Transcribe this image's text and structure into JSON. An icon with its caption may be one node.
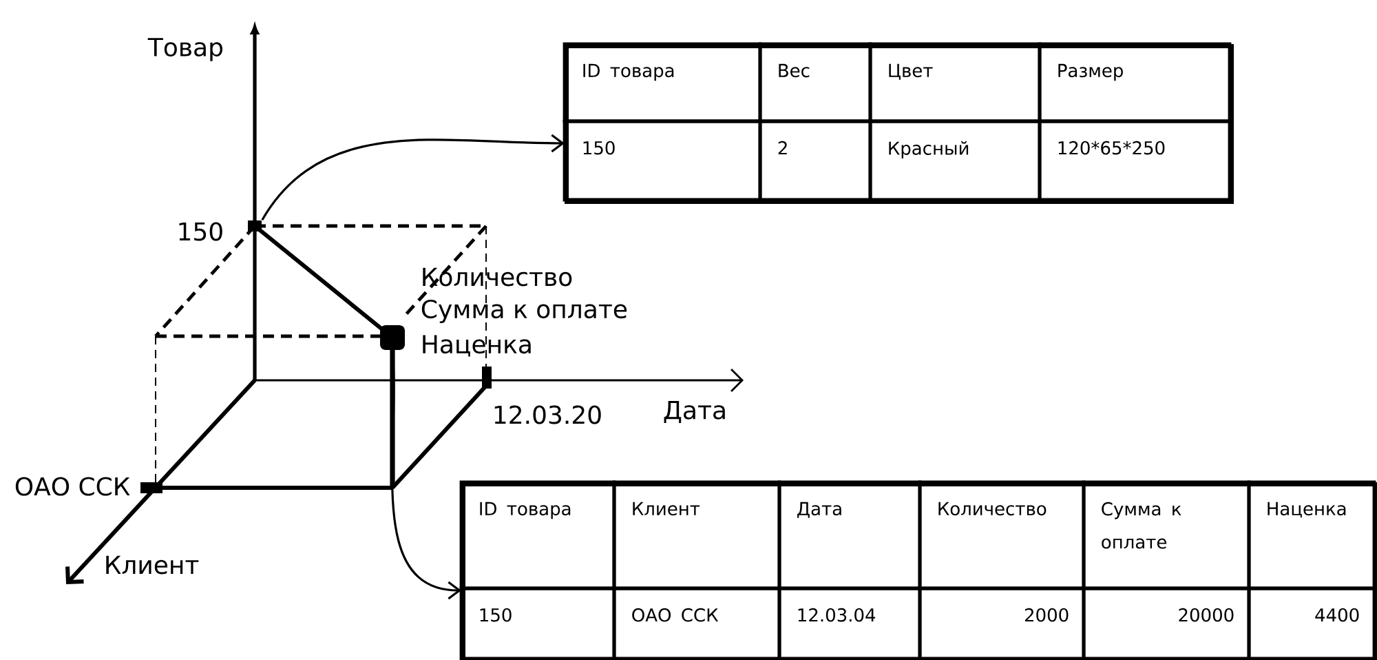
{
  "diagram": {
    "nodes": [
      {
        "text": [
          "ID товара",
          "Вес",
          "Цвет",
          "Размер",
          "150",
          "2",
          "Красный",
          "120*65*250"
        ]
      },
      {
        "text": [],
        "shape": "box",
        "beside": [
          "150"
        ]
      },
      {
        "text": [],
        "shape": "box",
        "beside": [
          "Количество",
          "Сумма к оплате",
          "Наценка"
        ]
      },
      {
        "text": [
          "ID товара",
          "Клиент",
          "Дата",
          "Количество",
          "Сумма к оплате",
          "Наценка",
          "150",
          "ОАО ССК",
          "12.03.04",
          "2000",
          "20000",
          "4400"
        ]
      }
    ],
    "edges": [
      {
        "from": 1,
        "to": 0,
        "arrow": "to"
      },
      {
        "from": 2,
        "to": 3,
        "arrow": "to"
      }
    ],
    "labels": [
      "Товар",
      "12.03.20",
      "Дата",
      "ОАО ССК",
      "Клиент"
    ]
  }
}
